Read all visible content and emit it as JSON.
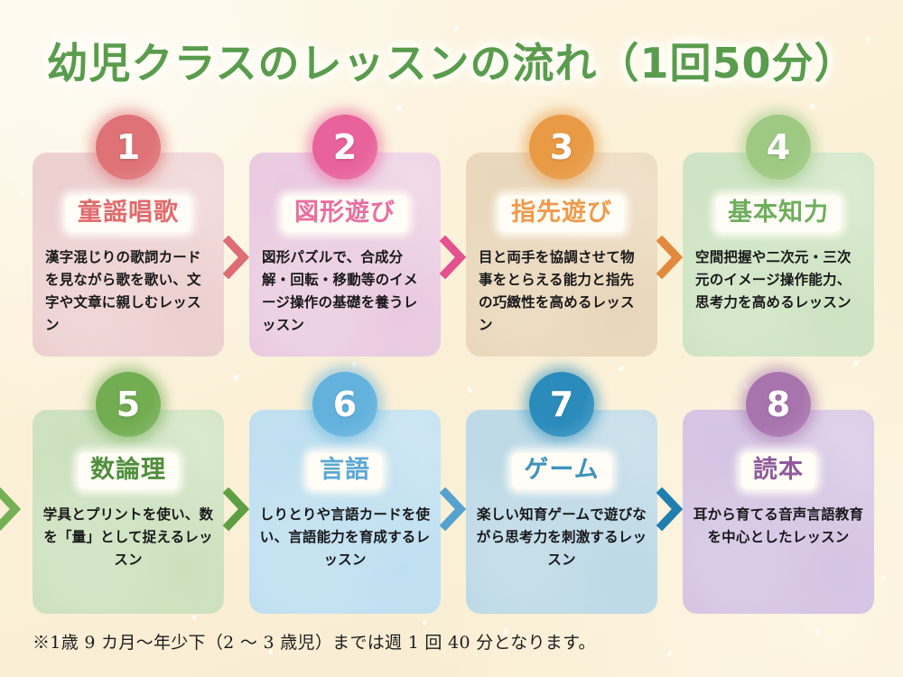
{
  "page": {
    "title": "幼児クラスのレッスンの流れ（1回50分）",
    "title_color": "#5a9c4e",
    "background_color": "#fbf1d8",
    "footnote": "※1歳 9 カ月〜年少下（2 〜 3 歳児）までは週 1 回 40 分となります。"
  },
  "steps": [
    {
      "number": "1",
      "heading": "童謡唱歌",
      "body": "漢字混じりの歌詞カードを見ながら歌を歌い、文字や文章に親しむレッスン",
      "badge_color": "#de7276",
      "heading_color": "#e06b6f",
      "card_color": "#f3dfdd",
      "card_color_2": "#eccfcf",
      "align": "left"
    },
    {
      "number": "2",
      "heading": "図形遊び",
      "body": "図形パズルで、合成分解・回転・移動等のイメージ操作の基礎を養うレッスン",
      "badge_color": "#e8629b",
      "heading_color": "#e76fa2",
      "card_color": "#f2dcea",
      "card_color_2": "#e9c9e0",
      "align": "left"
    },
    {
      "number": "3",
      "heading": "指先遊び",
      "body": "目と両手を協調させて物事をとらえる能力と指先の巧緻性を高めるレッスン",
      "badge_color": "#e89a45",
      "heading_color": "#ef9a4c",
      "card_color": "#f0e2cd",
      "card_color_2": "#e8d6b9",
      "align": "left"
    },
    {
      "number": "4",
      "heading": "基本知力",
      "body": "空間把握や二次元・三次元のイメージ操作能力、思考力を高めるレッスン",
      "badge_color": "#9ec983",
      "heading_color": "#6dae5c",
      "card_color": "#dcecd3",
      "card_color_2": "#cde3c2",
      "align": "left"
    },
    {
      "number": "5",
      "heading": "数論理",
      "body": "学具とプリントを使い、数を「量」として捉えるレッスン",
      "badge_color": "#72ad52",
      "heading_color": "#4f8f3c",
      "card_color": "#dbeacf",
      "card_color_2": "#cbe0bd",
      "align": "center"
    },
    {
      "number": "6",
      "heading": "言語",
      "body": "しりとりや言語カードを使い、言語能力を育成するレッスン",
      "badge_color": "#63b2dd",
      "heading_color": "#5aa8d6",
      "card_color": "#cfe7f3",
      "card_color_2": "#bedff0",
      "align": "center"
    },
    {
      "number": "7",
      "heading": "ゲーム",
      "body": "楽しい知育ゲームで遊びながら思考力を刺激するレッスン",
      "badge_color": "#2b8cbc",
      "heading_color": "#3f92bd",
      "card_color": "#cfe3ec",
      "card_color_2": "#bcd9e6",
      "align": "center"
    },
    {
      "number": "8",
      "heading": "読本",
      "body": "耳から育てる音声言語教育を中心としたレッスン",
      "badge_color": "#a874ae",
      "heading_color": "#8f5b9c",
      "card_color": "#e0d4ea",
      "card_color_2": "#d4c3e3",
      "align": "center"
    }
  ],
  "arrows": [
    {
      "name": "arrow-1-to-2",
      "color": "#dd6d72"
    },
    {
      "name": "arrow-2-to-3",
      "color": "#e3528f"
    },
    {
      "name": "arrow-3-to-4",
      "color": "#e18a3d"
    },
    {
      "name": "arrow-4-to-5",
      "color": "#76b056"
    },
    {
      "name": "arrow-5-to-6",
      "color": "#5e9f43"
    },
    {
      "name": "arrow-6-to-7",
      "color": "#55a2cf"
    },
    {
      "name": "arrow-7-to-8",
      "color": "#1f7fae"
    }
  ]
}
